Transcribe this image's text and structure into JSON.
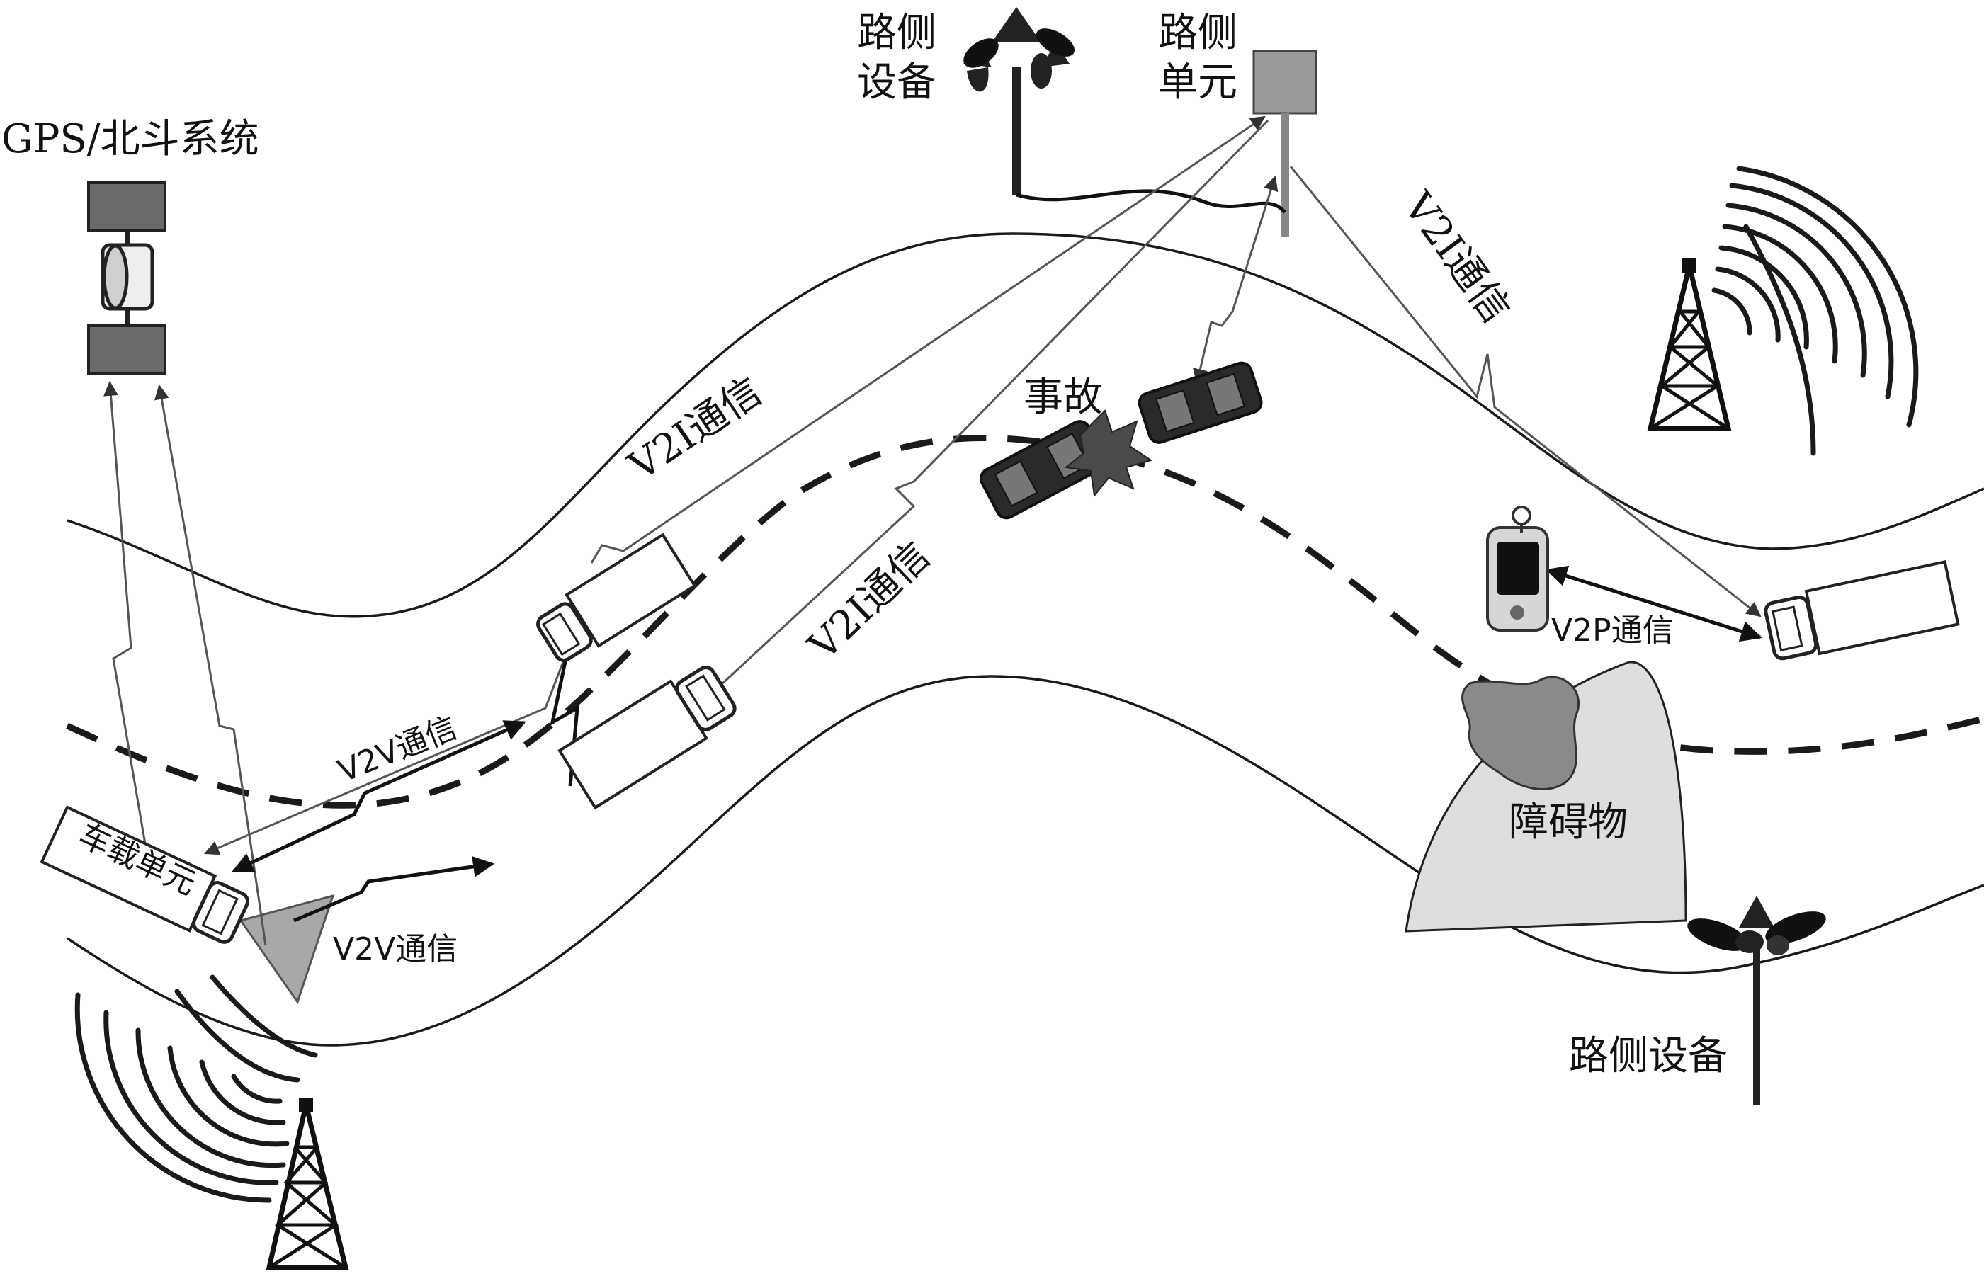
{
  "labels": {
    "gps": "GPS/北斗系统",
    "roadside_equipment_top_line1": "路侧",
    "roadside_equipment_top_line2": "设备",
    "roadside_unit_line1": "路侧",
    "roadside_unit_line2": "单元",
    "v2i_upper_left": "V2I通信",
    "v2i_center": "V2I通信",
    "v2i_right": "V2I通信",
    "accident": "事故",
    "v2v_upper": "V2V通信",
    "v2v_lower": "V2V通信",
    "onboard_unit": "车载单元",
    "v2p": "V2P通信",
    "obstacle": "障碍物",
    "roadside_equipment_bottom": "路侧设备"
  },
  "colors": {
    "ink": "#1a1a1a",
    "link": "#555555",
    "obstacle_zone": "#dedede",
    "obstacle_blob": "#8a8a8a",
    "roadside_unit": "#9a9a9a",
    "vehicle_fill": "#ffffff",
    "accident_car": "#2a2a2a"
  },
  "icons": [
    "satellite-icon",
    "roadside-antenna-icon",
    "roadside-unit-icon",
    "cell-tower-icon",
    "signal-waves-icon",
    "vehicle-icon",
    "phone-icon",
    "radar-icon",
    "crash-icon",
    "obstacle-icon"
  ]
}
